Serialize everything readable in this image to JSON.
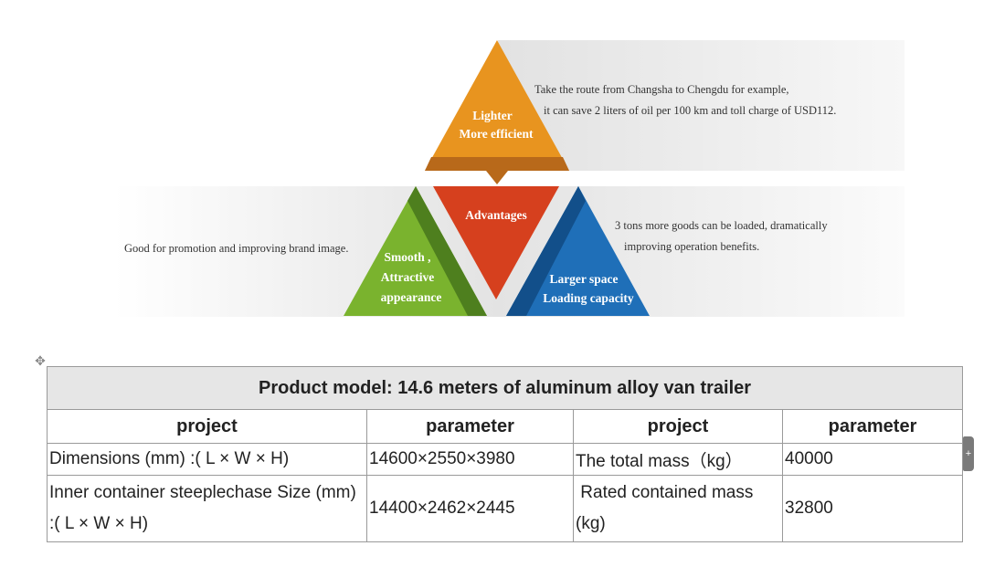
{
  "diagram": {
    "top": {
      "label_line1": "Lighter",
      "label_line2": "More efficient",
      "desc_line1": "Take the route from Changsha to Chengdu for example,",
      "desc_line2": "it can save 2 liters of oil per 100 km and toll charge of USD112.",
      "color": "#e8941f"
    },
    "center": {
      "label": "Advantages",
      "color": "#d6401e"
    },
    "left": {
      "label_line1": "Smooth ,",
      "label_line2": "Attractive",
      "label_line3": "appearance",
      "desc": "Good for promotion and improving brand image.",
      "color": "#7ab32e"
    },
    "right": {
      "label_line1": "Larger space",
      "label_line2": "Loading capacity",
      "desc_line1": "3 tons more goods can be loaded, dramatically",
      "desc_line2": "improving operation benefits.",
      "color": "#1f6fb8"
    }
  },
  "table": {
    "title": "Product model: 14.6 meters of aluminum alloy van trailer",
    "headers": [
      "project",
      "parameter",
      "project",
      "parameter"
    ],
    "rows": [
      [
        "Dimensions (mm) :( L × W × H)",
        "14600×2550×3980",
        "The total mass（kg）",
        "40000"
      ],
      [
        "Inner container steeplechase Size (mm) :( L × W × H)",
        "14400×2462×2445",
        " Rated contained mass (kg)",
        "32800"
      ]
    ]
  },
  "controls": {
    "move_icon": "✥",
    "side_tab_icon": "+"
  }
}
